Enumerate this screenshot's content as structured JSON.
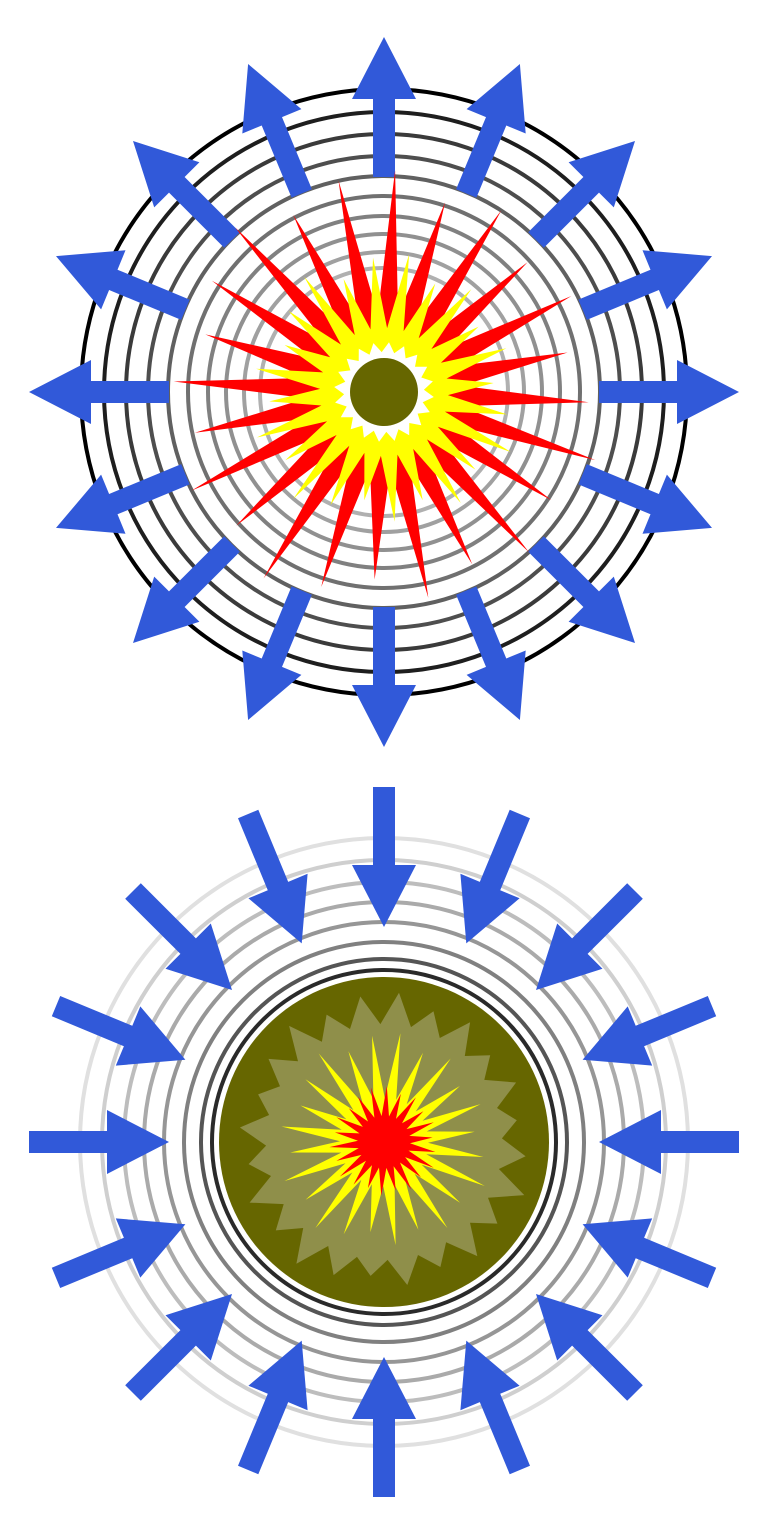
{
  "colors": {
    "background": "#ffffff",
    "arrow": "#3159d9",
    "red_star": "#ff0000",
    "yellow_star": "#ffff00",
    "white_halo": "#ffffff",
    "olive_core": "#666600",
    "olive_light": "#8f8f4a",
    "ring_dark": "#000000"
  },
  "panels": [
    {
      "id": "expansion",
      "arrow_direction": "outward",
      "arrow_count": 16,
      "ring_count": 10,
      "star_points": 24
    },
    {
      "id": "compression",
      "arrow_direction": "inward",
      "arrow_count": 16,
      "ring_count": 8,
      "star_points": 24
    }
  ]
}
